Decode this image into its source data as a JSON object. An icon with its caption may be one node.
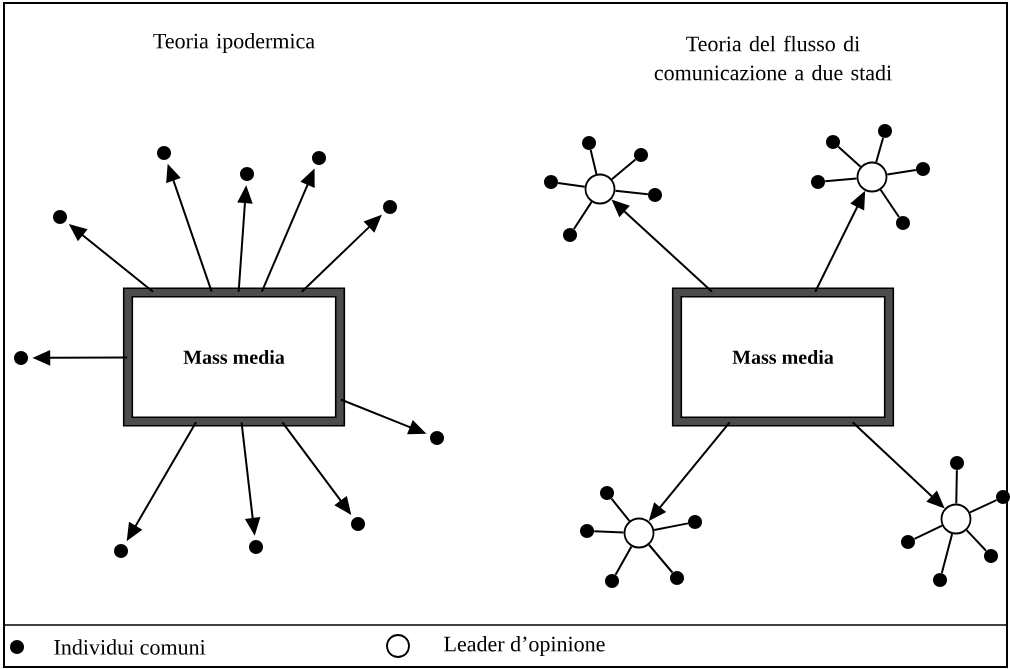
{
  "diagram": {
    "nodes": [
      {
        "text": [
          "Mass media"
        ]
      },
      {
        "text": [],
        "shape": "dot"
      },
      {
        "text": [],
        "shape": "dot"
      },
      {
        "text": [],
        "shape": "dot"
      },
      {
        "text": [],
        "shape": "dot"
      },
      {
        "text": [],
        "shape": "dot"
      },
      {
        "text": [],
        "shape": "dot"
      },
      {
        "text": [],
        "shape": "dot"
      },
      {
        "text": [],
        "shape": "dot"
      },
      {
        "text": [],
        "shape": "dot"
      },
      {
        "text": [],
        "shape": "dot"
      },
      {
        "text": [
          "Mass media"
        ]
      },
      {
        "text": [],
        "shape": "circle"
      },
      {
        "text": [],
        "shape": "circle"
      },
      {
        "text": [],
        "shape": "circle"
      },
      {
        "text": [],
        "shape": "circle"
      },
      {
        "text": [],
        "shape": "dot"
      },
      {
        "text": [],
        "shape": "dot"
      },
      {
        "text": [],
        "shape": "dot"
      },
      {
        "text": [],
        "shape": "dot"
      },
      {
        "text": [],
        "shape": "dot"
      },
      {
        "text": [],
        "shape": "dot"
      },
      {
        "text": [],
        "shape": "dot"
      },
      {
        "text": [],
        "shape": "dot"
      },
      {
        "text": [],
        "shape": "dot"
      },
      {
        "text": [],
        "shape": "dot"
      },
      {
        "text": [],
        "shape": "dot"
      },
      {
        "text": [],
        "shape": "dot"
      },
      {
        "text": [],
        "shape": "dot"
      },
      {
        "text": [],
        "shape": "dot"
      },
      {
        "text": [],
        "shape": "dot"
      },
      {
        "text": [],
        "shape": "dot"
      },
      {
        "text": [],
        "shape": "dot"
      },
      {
        "text": [],
        "shape": "dot"
      },
      {
        "text": [],
        "shape": "dot"
      },
      {
        "text": [],
        "shape": "dot"
      }
    ],
    "edges": [
      {
        "from": 0,
        "to": 1,
        "arrow": "to"
      },
      {
        "from": 0,
        "to": 2,
        "arrow": "to"
      },
      {
        "from": 0,
        "to": 3,
        "arrow": "to"
      },
      {
        "from": 0,
        "to": 4,
        "arrow": "to"
      },
      {
        "from": 0,
        "to": 5,
        "arrow": "to"
      },
      {
        "from": 0,
        "to": 6,
        "arrow": "to"
      },
      {
        "from": 0,
        "to": 7,
        "arrow": "to"
      },
      {
        "from": 0,
        "to": 8,
        "arrow": "to"
      },
      {
        "from": 0,
        "to": 9,
        "arrow": "to"
      },
      {
        "from": 0,
        "to": 10,
        "arrow": "to"
      },
      {
        "from": 11,
        "to": 12,
        "arrow": "to"
      },
      {
        "from": 11,
        "to": 13,
        "arrow": "to"
      },
      {
        "from": 11,
        "to": 14,
        "arrow": "to"
      },
      {
        "from": 11,
        "to": 15,
        "arrow": "to"
      },
      {
        "from": 12,
        "to": 16,
        "arrow": "none"
      },
      {
        "from": 12,
        "to": 17,
        "arrow": "none"
      },
      {
        "from": 12,
        "to": 18,
        "arrow": "none"
      },
      {
        "from": 12,
        "to": 19,
        "arrow": "none"
      },
      {
        "from": 12,
        "to": 20,
        "arrow": "none"
      },
      {
        "from": 13,
        "to": 21,
        "arrow": "none"
      },
      {
        "from": 13,
        "to": 22,
        "arrow": "none"
      },
      {
        "from": 13,
        "to": 23,
        "arrow": "none"
      },
      {
        "from": 13,
        "to": 24,
        "arrow": "none"
      },
      {
        "from": 13,
        "to": 25,
        "arrow": "none"
      },
      {
        "from": 14,
        "to": 26,
        "arrow": "none"
      },
      {
        "from": 14,
        "to": 27,
        "arrow": "none"
      },
      {
        "from": 14,
        "to": 28,
        "arrow": "none"
      },
      {
        "from": 14,
        "to": 29,
        "arrow": "none"
      },
      {
        "from": 14,
        "to": 30,
        "arrow": "none"
      },
      {
        "from": 15,
        "to": 31,
        "arrow": "none"
      },
      {
        "from": 15,
        "to": 32,
        "arrow": "none"
      },
      {
        "from": 15,
        "to": 33,
        "arrow": "none"
      },
      {
        "from": 15,
        "to": 34,
        "arrow": "none"
      },
      {
        "from": 15,
        "to": 35,
        "arrow": "none"
      }
    ],
    "labels": [
      "Teoria ipodermica",
      "Teoria del flusso di comunicazione a due stadi"
    ],
    "legend": [
      {
        "text": "Individui comuni"
      },
      {
        "text": "Leader d’opinione"
      }
    ]
  }
}
